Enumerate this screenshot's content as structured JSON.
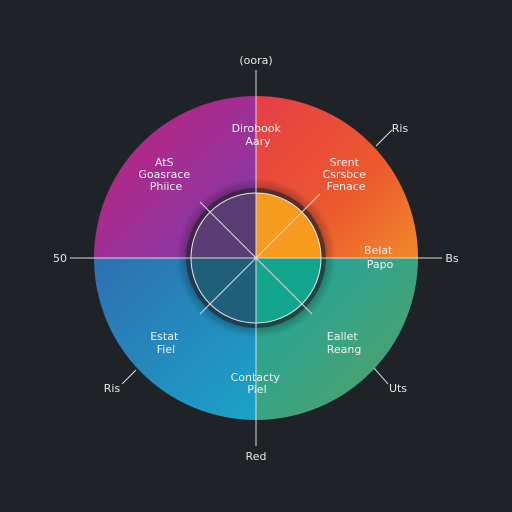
{
  "outer_labels": {
    "top": "(oora)",
    "top_right": "Ris",
    "right": "Bs",
    "bottom_right": "Uts",
    "bottom": "Red",
    "bottom_left": "Ris",
    "left": "50"
  },
  "segments": [
    {
      "id": "top-left",
      "color_start": "#c2207a",
      "color_end": "#8e3fb0",
      "lines": [
        "AtS",
        "Goasrace",
        "Phiice"
      ]
    },
    {
      "id": "top-center",
      "color_start": "#e03c5a",
      "color_end": "#e24b3e",
      "lines": [
        "Dirobook",
        "Aary"
      ]
    },
    {
      "id": "top-right",
      "color_start": "#ea5a2c",
      "color_end": "#f08a2a",
      "lines": [
        "Srent",
        "Csrsbce",
        "Fenace"
      ]
    },
    {
      "id": "right",
      "color_start": "#e8792a",
      "color_end": "#7fa03a",
      "lines": [
        "Belat",
        "Papo"
      ]
    },
    {
      "id": "bottom-right",
      "color_start": "#2fa36b",
      "color_end": "#1ab09a",
      "lines": [
        "Eallet",
        "Reang"
      ]
    },
    {
      "id": "bottom-center",
      "color_start": "#1c9bb9",
      "color_end": "#19a9a8",
      "lines": [
        "Contacty",
        "Piel"
      ]
    },
    {
      "id": "bottom-left",
      "color_start": "#2b73b0",
      "color_end": "#1e8fc6",
      "lines": [
        "Estat",
        "Fiel"
      ]
    }
  ],
  "inner_ring": {
    "quadrant_colors": [
      "#5c3c74",
      "#f79b1f",
      "#13a58e",
      "#1f5f7a"
    ]
  },
  "colors": {
    "background": "#1f2328",
    "line": "#d9d9d9"
  }
}
